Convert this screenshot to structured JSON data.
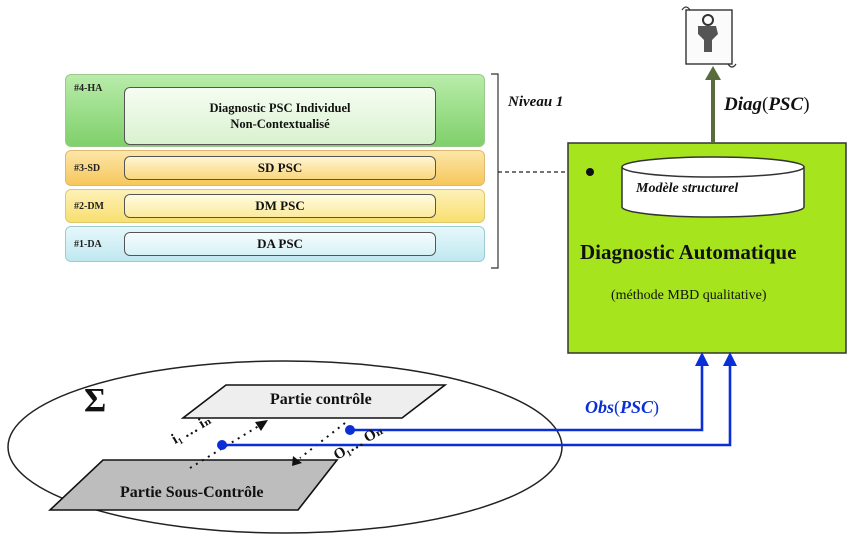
{
  "layers": [
    {
      "tag": "#4-HA",
      "label_line1": "Diagnostic PSC Individuel",
      "label_line2": "Non-Contextualisé"
    },
    {
      "tag": "#3-SD",
      "label": "SD PSC"
    },
    {
      "tag": "#2-DM",
      "label": "DM PSC"
    },
    {
      "tag": "#1-DA",
      "label": "DA PSC"
    }
  ],
  "niveau_label": "Niveau 1",
  "diag_box": {
    "cylinder_label": "Modèle structurel",
    "title": "Diagnostic Automatique",
    "subtitle": "(méthode MBD qualitative)"
  },
  "diag_output": {
    "text": "Diag",
    "paren": "(",
    "arg": "PSC",
    "close": ")"
  },
  "obs_label": {
    "text": "Obs",
    "paren": "(",
    "arg": "PSC",
    "close": ")"
  },
  "system": {
    "sigma": "Σ",
    "control_label": "Partie contrôle",
    "undercontrol_label": "Partie Sous-Contrôle",
    "inputs_label": "i₁ … iₙ",
    "outputs_label": "O₁… Oₙ"
  },
  "colors": {
    "green_layer": "#8ed67a",
    "orange_layer": "#f9d27a",
    "yellow_layer": "#fbe98a",
    "cyan_layer": "#cfeff5",
    "diag_box": "#a6e51e",
    "obs_blue": "#0a2fd6",
    "arrow_green": "#5a6b3c"
  },
  "icons": [
    "scroll-wrench-icon"
  ]
}
